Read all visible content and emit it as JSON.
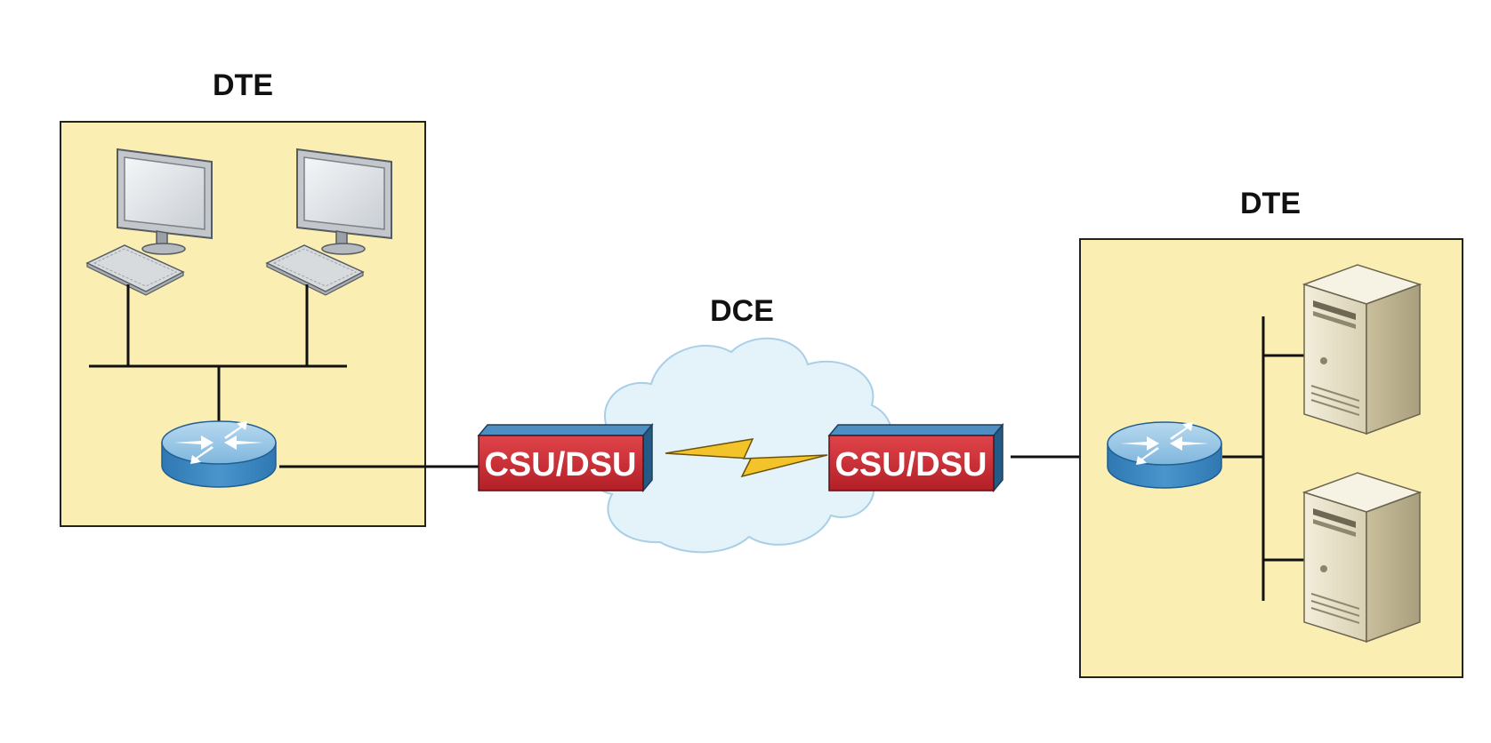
{
  "labels": {
    "dte_left": "DTE",
    "dce": "DCE",
    "dte_right": "DTE",
    "csu_left": "CSU/DSU",
    "csu_right": "CSU/DSU"
  },
  "colors": {
    "zone_fill": "#fbeeb2",
    "csu_red": "#c8262e",
    "csu_blue": "#2b6a9a",
    "router_blue": "#3d86c0",
    "cloud_fill": "#e4f2fa",
    "bolt": "#f3c32a"
  }
}
